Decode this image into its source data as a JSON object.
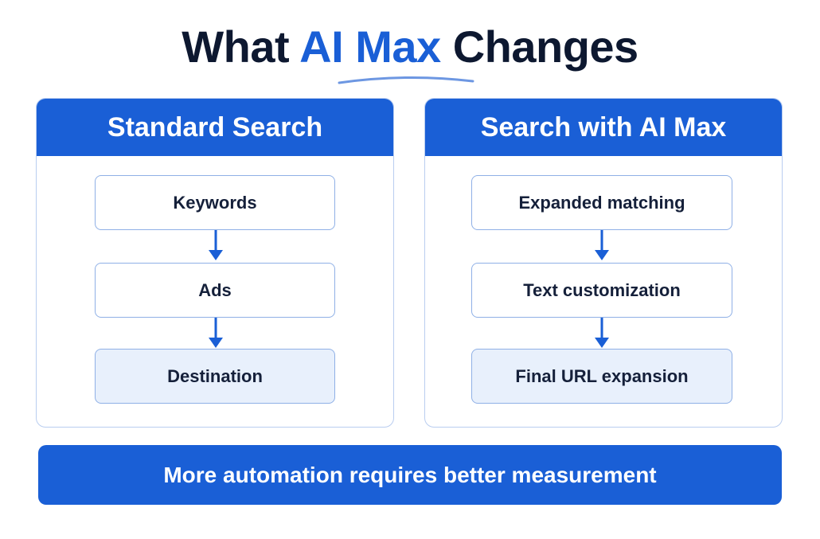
{
  "title": {
    "part1": "What ",
    "accent": "AI Max",
    "part2": " Changes"
  },
  "colors": {
    "accent": "#1a5fd6",
    "title_text": "#0d1830",
    "box_border": "#8fb0e6",
    "final_box_fill": "#e8f0fc"
  },
  "left_panel": {
    "header": "Standard Search",
    "steps": [
      "Keywords",
      "Ads",
      "Destination"
    ]
  },
  "right_panel": {
    "header": "Search with AI Max",
    "steps": [
      "Expanded matching",
      "Text customization",
      "Final URL expansion"
    ]
  },
  "footer": {
    "text": "More automation requires better measurement"
  }
}
